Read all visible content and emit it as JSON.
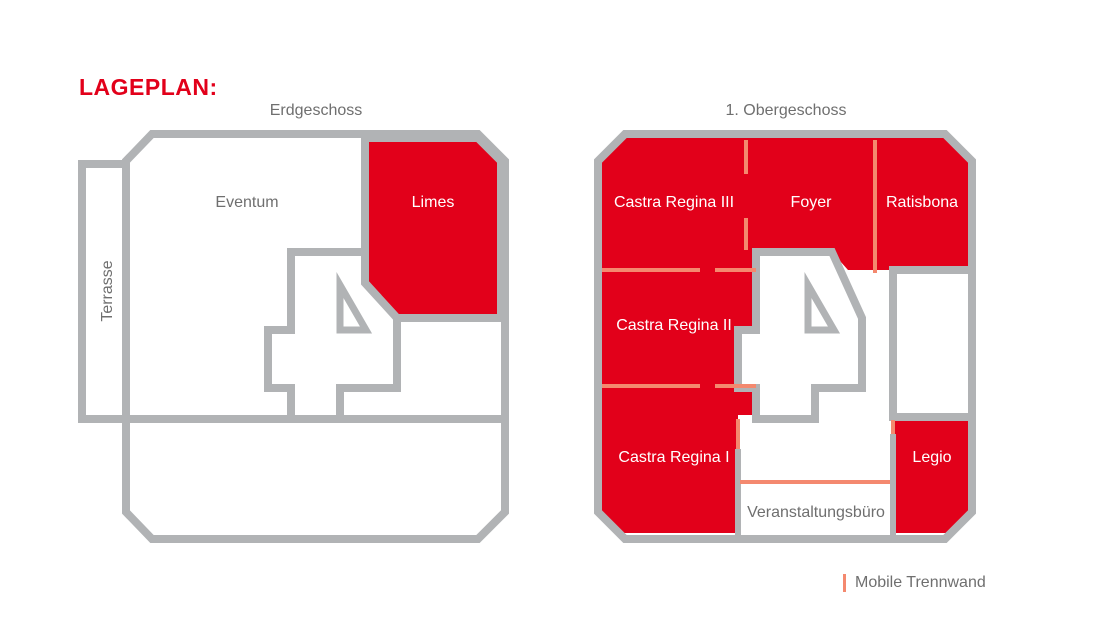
{
  "title": "LAGEPLAN:",
  "floors": [
    {
      "name": "Erdgeschoss",
      "rooms": [
        {
          "label": "Eventum",
          "highlighted": false
        },
        {
          "label": "Limes",
          "highlighted": true
        },
        {
          "label": "Terrasse",
          "highlighted": false
        }
      ]
    },
    {
      "name": "1. Obergeschoss",
      "rooms": [
        {
          "label": "Castra Regina III",
          "highlighted": true
        },
        {
          "label": "Foyer",
          "highlighted": true
        },
        {
          "label": "Ratisbona",
          "highlighted": true
        },
        {
          "label": "Castra Regina II",
          "highlighted": true
        },
        {
          "label": "Castra Regina I",
          "highlighted": true
        },
        {
          "label": "Legio",
          "highlighted": true
        },
        {
          "label": "Veranstaltungsbüro",
          "highlighted": false
        }
      ]
    }
  ],
  "legend": {
    "label": "Mobile Trennwand"
  },
  "colors": {
    "accent": "#e2001a",
    "room_fill": "#e2001a",
    "wall": "#b1b3b5",
    "mobile_wall": "#f4896f",
    "text_gray": "#6f6f6f",
    "room_text": "#ffffff"
  }
}
